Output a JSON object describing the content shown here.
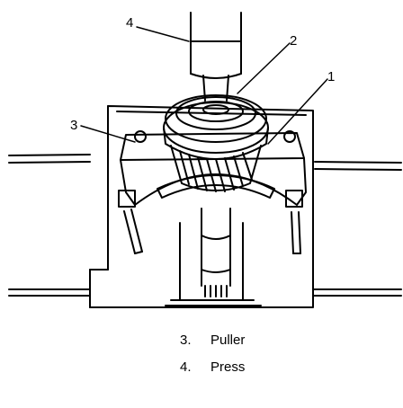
{
  "callouts": [
    "4",
    "2",
    "1",
    "3"
  ],
  "legend": [
    {
      "number": "3.",
      "label": "Puller"
    },
    {
      "number": "4.",
      "label": "Press"
    }
  ]
}
